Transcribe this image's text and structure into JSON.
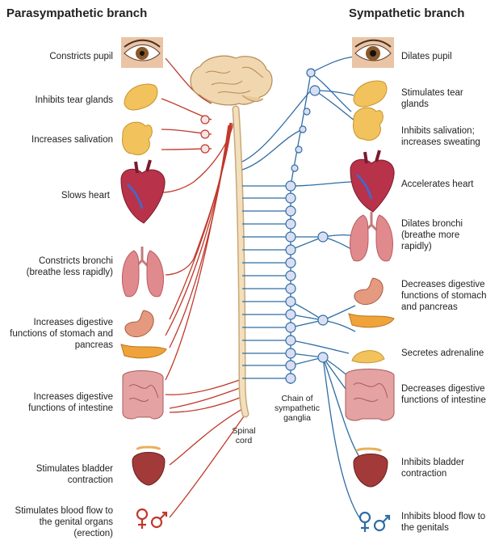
{
  "headings": {
    "left": "Parasympathetic branch",
    "right": "Sympathetic branch"
  },
  "left_effects": [
    "Constricts pupil",
    "Inhibits tear glands",
    "Increases salivation",
    "Slows heart",
    "Constricts bronchi (breathe less rapidly)",
    "Increases digestive functions of stomach and pancreas",
    "Increases digestive functions of intestine",
    "Stimulates bladder contraction",
    "Stimulates blood flow to the genital organs (erection)"
  ],
  "right_effects": [
    "Dilates pupil",
    "Stimulates tear glands",
    "Inhibits salivation; increases sweating",
    "Accelerates heart",
    "Dilates bronchi (breathe more rapidly)",
    "Decreases digestive functions of stomach and pancreas",
    "Secretes adrenaline",
    "Decreases digestive functions of intestine",
    "Inhibits bladder contraction",
    "Inhibits blood flow to the genitals"
  ],
  "center_labels": {
    "spinal_cord": "Spinal cord",
    "chain": "Chain of sympathetic ganglia"
  },
  "colors": {
    "parasympathetic": "#c0392b",
    "sympathetic": "#2e6da4",
    "ganglion": "#d9def2",
    "cord": "#eed7b0"
  },
  "icons": [
    "eye-icon",
    "tear-gland-icon",
    "salivary-gland-icon",
    "heart-icon",
    "lungs-icon",
    "stomach-icon",
    "intestine-icon",
    "bladder-icon",
    "gender-symbols-icon",
    "adrenal-gland-icon",
    "brain-icon"
  ]
}
